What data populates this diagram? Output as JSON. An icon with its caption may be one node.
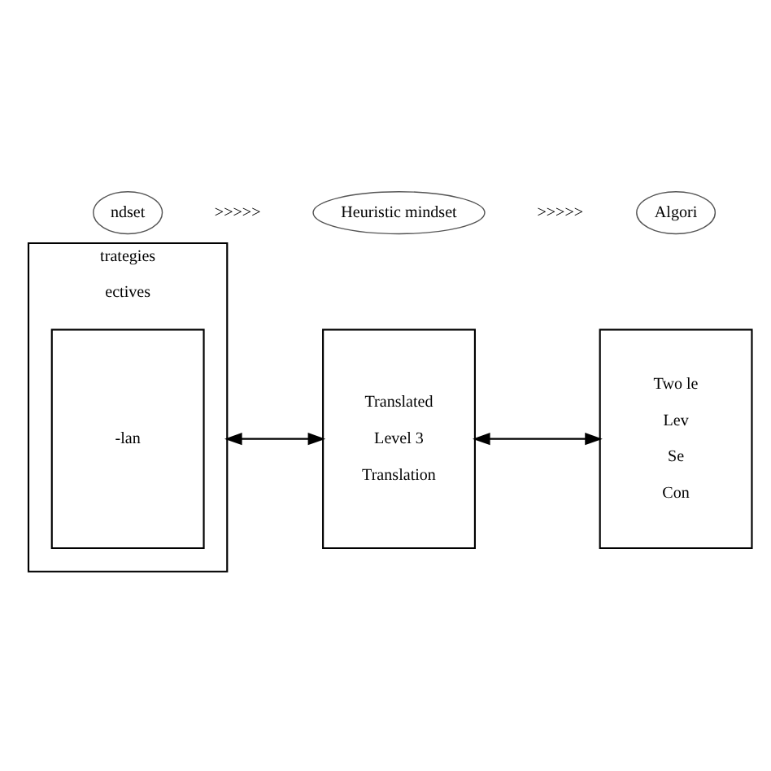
{
  "diagram": {
    "nodes": [
      {
        "text": [
          "ndset"
        ]
      },
      {
        "text": [
          "Heuristic mindset"
        ]
      },
      {
        "text": [
          "Algori"
        ]
      },
      {
        "text": [
          "trategies",
          "ectives"
        ]
      },
      {
        "text": [
          "-lan"
        ],
        "in": 3
      },
      {
        "text": [
          "Translated",
          "Level 3",
          "Translation"
        ]
      },
      {
        "text": [
          "Two le",
          "Lev",
          "Se",
          "Con"
        ]
      }
    ],
    "edges": [
      {
        "from": 3,
        "to": 5,
        "arrow": "both"
      },
      {
        "from": 5,
        "to": 6,
        "arrow": "both"
      }
    ],
    "labels": [
      ">>>>>",
      ">>>>>"
    ]
  }
}
